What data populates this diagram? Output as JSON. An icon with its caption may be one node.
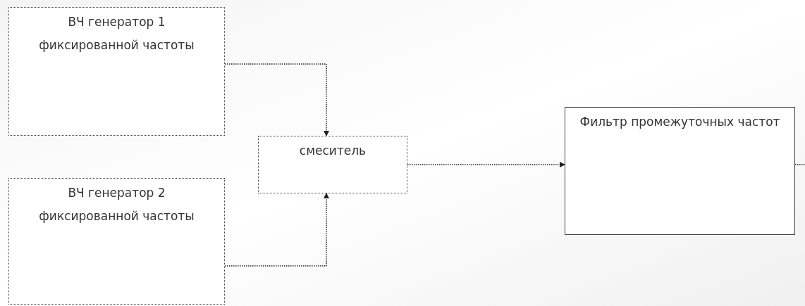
{
  "diagram": {
    "nodes": [
      {
        "text": [
          "ВЧ генератор 1 фиксированной частоты"
        ]
      },
      {
        "text": [
          "ВЧ генератор 2 фиксированной частоты"
        ]
      },
      {
        "text": [
          "смеситель"
        ]
      },
      {
        "text": [
          "Фильтр промежуточных частот"
        ]
      }
    ],
    "edges": [
      {
        "from": 0,
        "to": 2,
        "arrow": "to"
      },
      {
        "from": 1,
        "to": 2,
        "arrow": "to"
      },
      {
        "from": 2,
        "to": 3,
        "arrow": "to"
      },
      {
        "from": 3,
        "to": null,
        "arrow": "none"
      }
    ]
  }
}
